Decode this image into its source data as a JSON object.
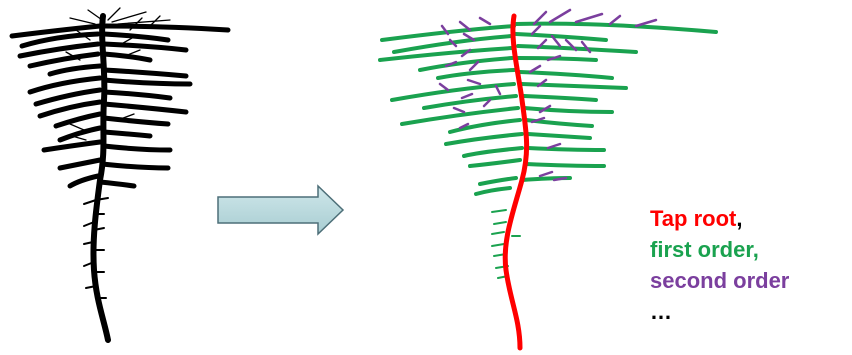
{
  "legend": {
    "tap_root": "Tap root",
    "tap_root_suffix": ",",
    "first_order": "first order,",
    "second_order": "second order",
    "ellipsis": "…"
  },
  "colors": {
    "raw_root": "#000000",
    "tap_root": "#ff0000",
    "first_order": "#1aa24f",
    "second_order": "#7b3f9e",
    "arrow_fill": "#b9d9dc",
    "arrow_stroke": "#4d6f78"
  },
  "icons": {
    "raw_root": "root-system-silhouette",
    "arrow": "right-arrow-icon",
    "classified_root": "classified-root-system"
  }
}
